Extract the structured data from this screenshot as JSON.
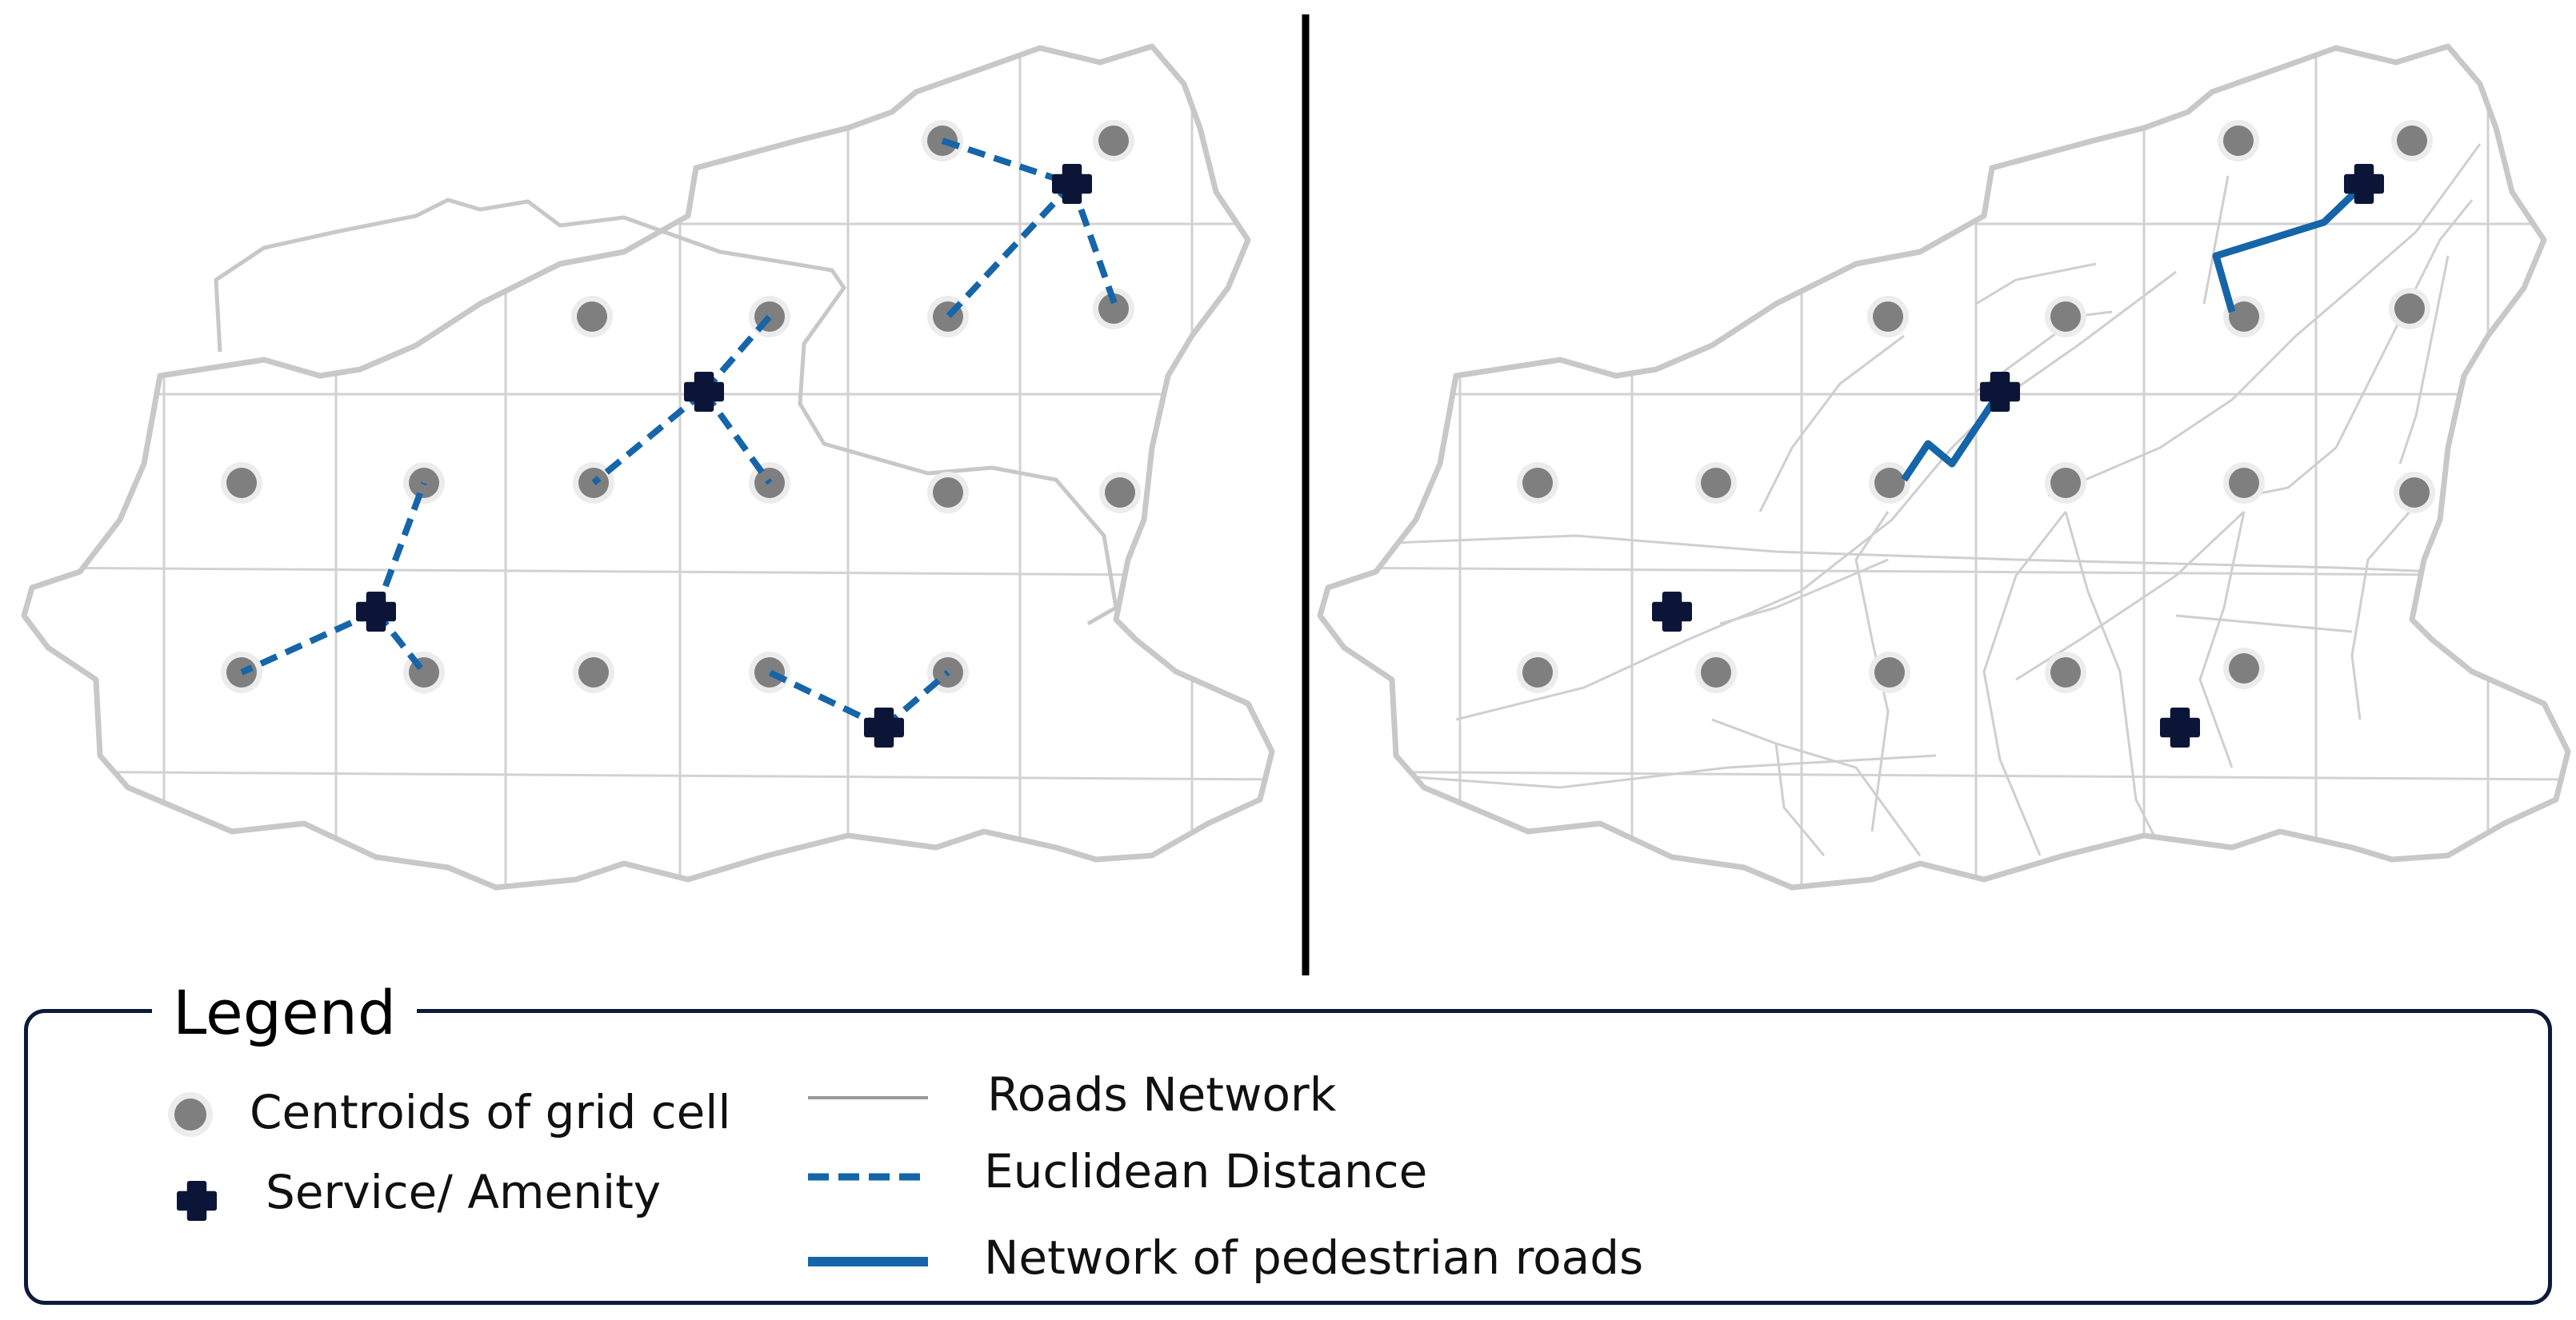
{
  "colors": {
    "boundary": "#c8c8c8",
    "grid": "#d2d2d2",
    "roads": "#cfcfcf",
    "centroid": "#7f7f7f",
    "centroid_halo": "#ececec",
    "service": "#0b1537",
    "link": "#1565a8",
    "divider": "#000000",
    "legend_border": "#0d1a3a"
  },
  "legend": {
    "title": "Legend",
    "items": [
      {
        "id": "centroid",
        "label": "Centroids of grid cell",
        "symbol": "grey-dot-icon"
      },
      {
        "id": "service",
        "label": "Service/ Amenity",
        "symbol": "cross-icon"
      },
      {
        "id": "roads",
        "label": "Roads Network",
        "symbol": "thin-grey-line"
      },
      {
        "id": "euclid",
        "label": "Euclidean Distance",
        "symbol": "dashed-blue-line"
      },
      {
        "id": "network",
        "label": "Network of pedestrian roads",
        "symbol": "solid-blue-line"
      }
    ]
  }
}
